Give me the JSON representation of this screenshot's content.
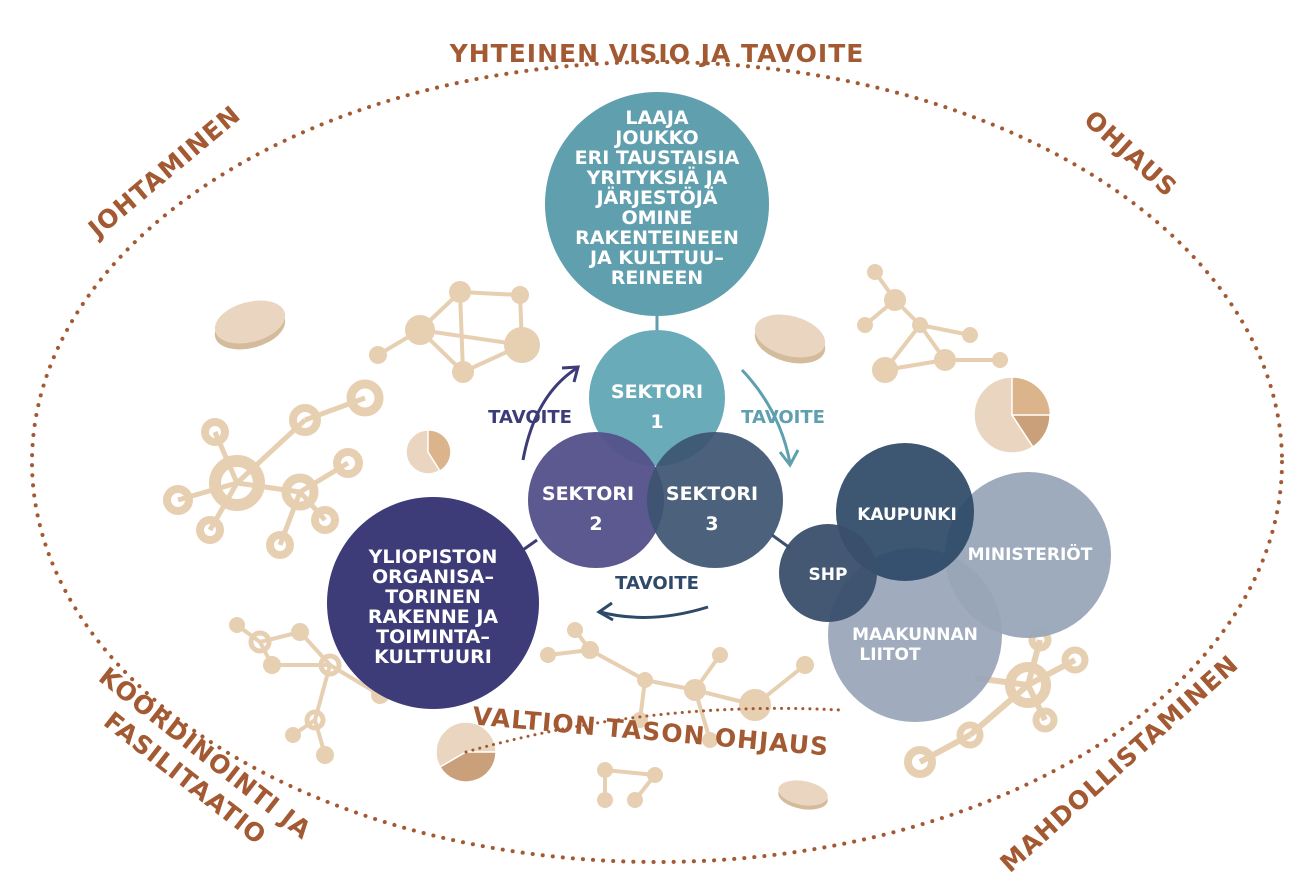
{
  "outer_labels": {
    "top": "YHTEINEN VISIO JA TAVOITE",
    "left": "JOHTAMINEN",
    "right": "OHJAUS",
    "bottom_left": [
      "KOORDINOINTI JA",
      "FASILITAATIO"
    ],
    "bottom_right": "MAHDOLLISTAMINEN",
    "inner_bottom": "VALTION TASON OHJAUS"
  },
  "circles": {
    "companies": [
      "LAAJA",
      "JOUKKO",
      "ERI TAUSTAISIA",
      "YRITYKSIÄ JA",
      "JÄRJESTÖJÄ",
      "OMINE",
      "RAKENTEINEEN",
      "JA KULTTUU–",
      "REINEEN"
    ],
    "sector1": [
      "SEKTORI",
      "1"
    ],
    "sector2": [
      "SEKTORI",
      "2"
    ],
    "sector3": [
      "SEKTORI",
      "3"
    ],
    "university": [
      "YLIOPISTON",
      "ORGANISA–",
      "TORINEN",
      "RAKENNE JA",
      "TOIMINTA–",
      "KULTTUURI"
    ],
    "city": "KAUPUNKI",
    "ministries": "MINISTERIÖT",
    "regions": [
      "MAAKUNNAN",
      "LIITOT"
    ],
    "shp": "SHP"
  },
  "arrows": {
    "left": "TAVOITE",
    "right": "TAVOITE",
    "bottom": "TAVOITE"
  },
  "colors": {
    "brown": "#a35a33",
    "beige": "#e7cfb2",
    "teal": "#5f9fae",
    "sector1": "#6aabb9",
    "sector2": "#54528a",
    "sector3": "#3d5470",
    "university": "#3d3b78"
  }
}
